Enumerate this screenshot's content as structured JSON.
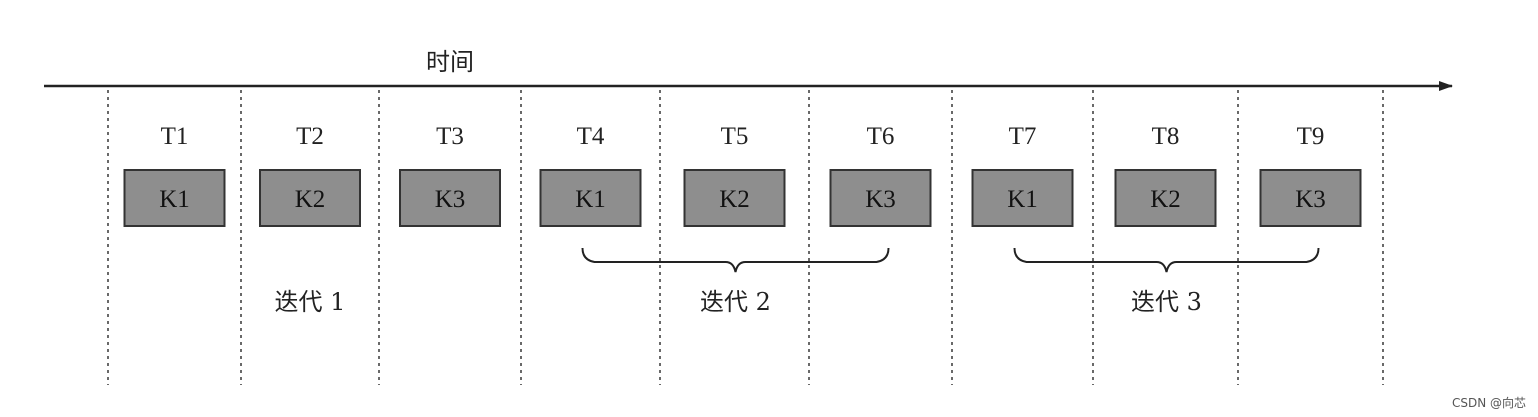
{
  "time_axis": {
    "label": "时间"
  },
  "slots": [
    {
      "time": "T1",
      "kernel": "K1"
    },
    {
      "time": "T2",
      "kernel": "K2"
    },
    {
      "time": "T3",
      "kernel": "K3"
    },
    {
      "time": "T4",
      "kernel": "K1"
    },
    {
      "time": "T5",
      "kernel": "K2"
    },
    {
      "time": "T6",
      "kernel": "K3"
    },
    {
      "time": "T7",
      "kernel": "K1"
    },
    {
      "time": "T8",
      "kernel": "K2"
    },
    {
      "time": "T9",
      "kernel": "K3"
    }
  ],
  "iterations": [
    {
      "label": "迭代 1",
      "from_slot": 1,
      "to_slot": 3,
      "braced": false
    },
    {
      "label": "迭代 2",
      "from_slot": 4,
      "to_slot": 6,
      "braced": true
    },
    {
      "label": "迭代 3",
      "from_slot": 7,
      "to_slot": 9,
      "braced": true
    }
  ],
  "colors": {
    "kernel_fill": "#8e8e8e",
    "kernel_stroke": "#333333",
    "line": "#222222",
    "divider": "#444444"
  },
  "watermark": "CSDN @向芯"
}
